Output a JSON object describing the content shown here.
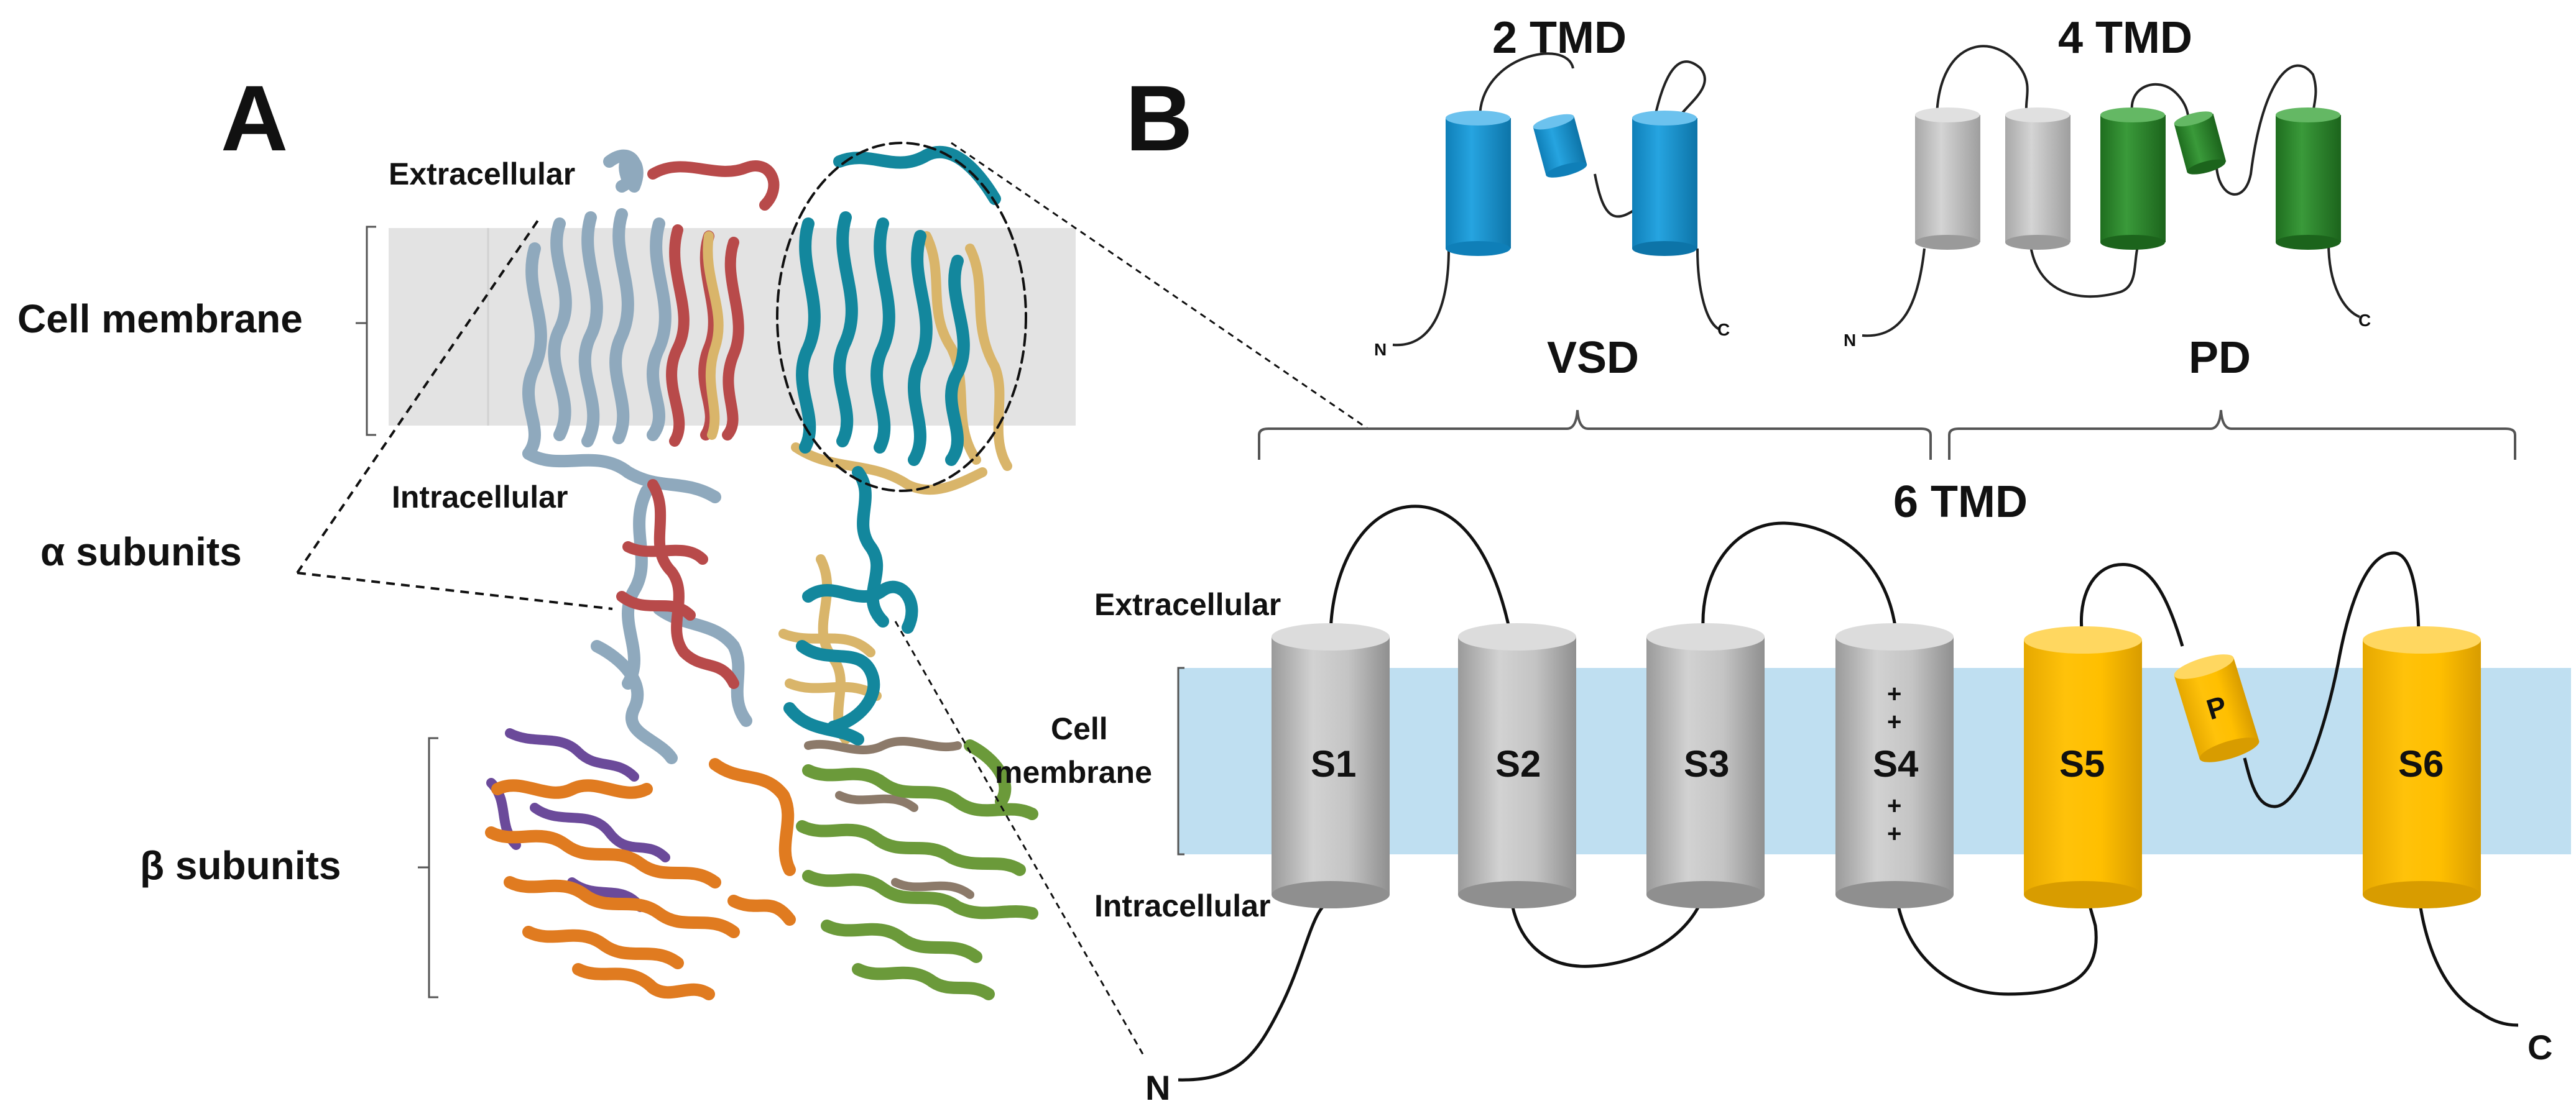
{
  "panel_a": {
    "letter": "A",
    "extracellular": "Extracellular",
    "intracellular": "Intracellular",
    "cell_membrane": "Cell membrane",
    "alpha_subunits": "α subunits",
    "beta_subunits": "β subunits"
  },
  "panel_b": {
    "letter": "B",
    "top_left": {
      "title": "2 TMD",
      "n": "N",
      "c": "C",
      "domain_label": "VSD"
    },
    "top_right": {
      "title": "4 TMD",
      "n": "N",
      "c": "C",
      "domain_label": "PD"
    },
    "main": {
      "title": "6 TMD",
      "extracellular": "Extracellular",
      "intracellular": "Intracellular",
      "cell_membrane_line1": "Cell",
      "cell_membrane_line2": "membrane",
      "segments": [
        "S1",
        "S2",
        "S3",
        "S4",
        "S5",
        "S6"
      ],
      "pore_loop": "P",
      "s4_charges": [
        "+",
        "+",
        "+",
        "+"
      ],
      "n": "N",
      "c": "C"
    }
  },
  "colors": {
    "membrane_gray": "#e3e3e3",
    "membrane_blue": "#bfdff1",
    "vsd_blue": "#1b9ad6",
    "pd_green": "#2e8b2e",
    "neutral_gray": "#c8c8c8",
    "pore_yellow": "#ffc000",
    "alpha_slate": "#8fa9bd",
    "alpha_red": "#b84a4a",
    "alpha_teal": "#13879d",
    "alpha_tan": "#d9b56a",
    "beta_orange": "#e07b20",
    "beta_purple": "#6b4a9a",
    "beta_green": "#6b9a3a",
    "beta_brown": "#8c7a6a"
  }
}
